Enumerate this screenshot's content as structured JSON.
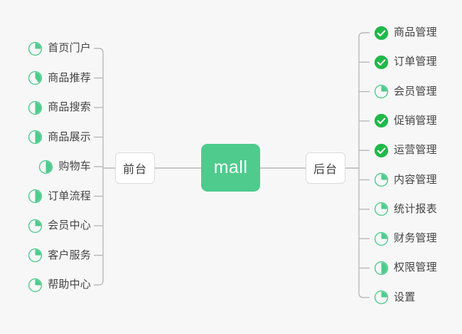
{
  "diagram": {
    "type": "mind-map",
    "background_color": "#f7f7f7",
    "accent_color": "#4ecb8d",
    "done_color": "#21b84a",
    "line_color": "#b9b9b9",
    "text_color": "#444444",
    "root": {
      "label": "mall"
    },
    "branches": [
      {
        "id": "front",
        "label": "前台",
        "side": "left"
      },
      {
        "id": "back",
        "label": "后台",
        "side": "right"
      }
    ],
    "left_items": [
      {
        "label": "首页门户",
        "icon": "pie-progress-icon",
        "progress": 25
      },
      {
        "label": "商品推荐",
        "icon": "pie-progress-icon",
        "progress": 40
      },
      {
        "label": "商品搜索",
        "icon": "pie-progress-icon",
        "progress": 50
      },
      {
        "label": "商品展示",
        "icon": "pie-progress-icon",
        "progress": 50
      },
      {
        "label": "购物车",
        "icon": "pie-progress-icon",
        "progress": 50
      },
      {
        "label": "订单流程",
        "icon": "pie-progress-icon",
        "progress": 50
      },
      {
        "label": "会员中心",
        "icon": "pie-progress-icon",
        "progress": 25
      },
      {
        "label": "客户服务",
        "icon": "pie-progress-icon",
        "progress": 25
      },
      {
        "label": "帮助中心",
        "icon": "pie-progress-icon",
        "progress": 25
      }
    ],
    "right_items": [
      {
        "label": "商品管理",
        "icon": "check-circle-icon",
        "progress": 100
      },
      {
        "label": "订单管理",
        "icon": "check-circle-icon",
        "progress": 100
      },
      {
        "label": "会员管理",
        "icon": "pie-progress-icon",
        "progress": 25
      },
      {
        "label": "促销管理",
        "icon": "check-circle-icon",
        "progress": 100
      },
      {
        "label": "运营管理",
        "icon": "check-circle-icon",
        "progress": 100
      },
      {
        "label": "内容管理",
        "icon": "pie-progress-icon",
        "progress": 25
      },
      {
        "label": "统计报表",
        "icon": "pie-progress-icon",
        "progress": 25
      },
      {
        "label": "财务管理",
        "icon": "pie-progress-icon",
        "progress": 25
      },
      {
        "label": "权限管理",
        "icon": "pie-progress-icon",
        "progress": 50
      },
      {
        "label": "设置",
        "icon": "pie-progress-icon",
        "progress": 25
      }
    ]
  }
}
